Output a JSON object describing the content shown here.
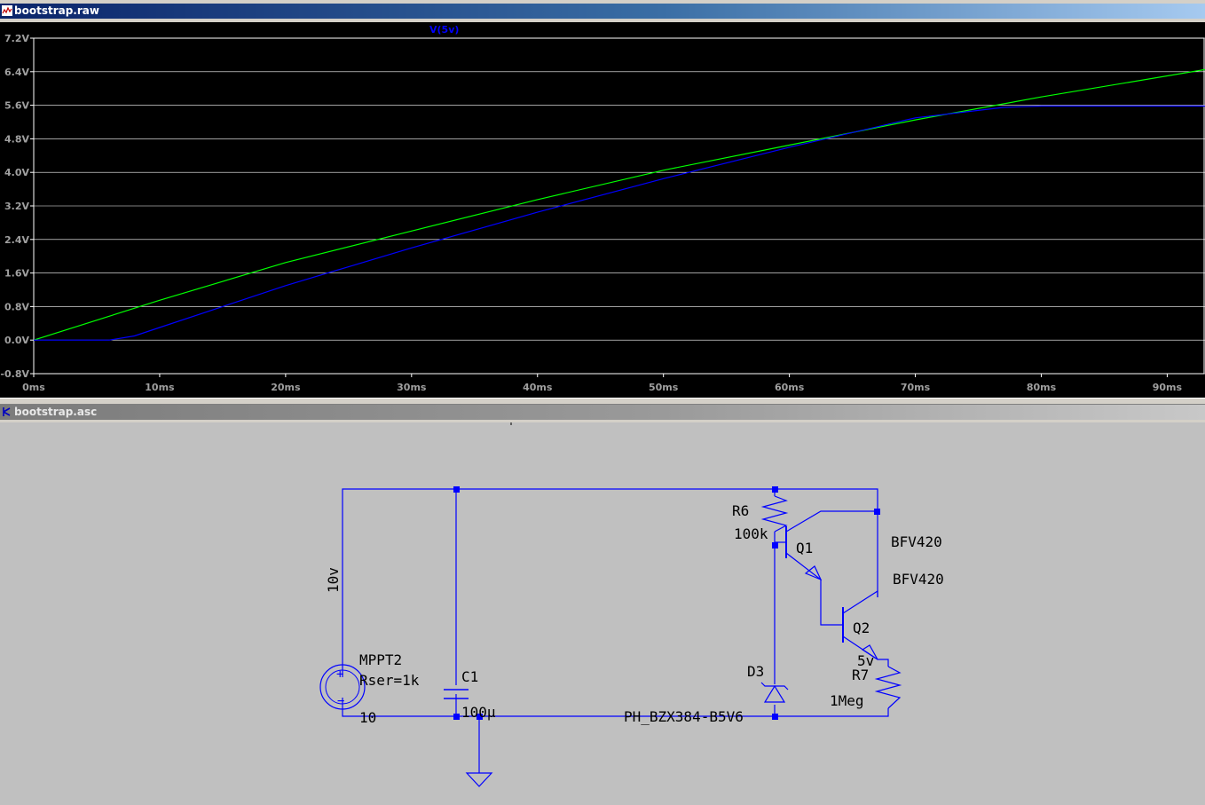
{
  "waveform_window": {
    "title": "bootstrap.raw",
    "trace_label": "V(5v)",
    "colors": {
      "background": "#000000",
      "grid": "#ffffff",
      "trace_main": "#0000ff",
      "trace_second": "#00ff00",
      "axis_text": "#a0a0a0"
    }
  },
  "schematic_window": {
    "title": "bootstrap.asc",
    "colors": {
      "background": "#c0c0c0",
      "wire": "#0000ff",
      "junction": "#0000ff",
      "text": "#000000"
    },
    "components": {
      "source": {
        "label": "10v",
        "name": "MPPT2",
        "param": "Rser=1k",
        "value": "10"
      },
      "capacitor": {
        "name": "C1",
        "value": "100µ"
      },
      "resistor_r6": {
        "name": "R6",
        "value": "100k"
      },
      "transistor_q1": {
        "name": "Q1",
        "model": "BFV420"
      },
      "transistor_q2": {
        "name": "Q2",
        "model": "BFV420"
      },
      "zener_d3": {
        "name": "D3",
        "model": "PH_BZX384-B5V6"
      },
      "resistor_r7": {
        "name": "R7",
        "value": "1Meg"
      },
      "net_label": "5v"
    }
  },
  "chart_data": {
    "type": "line",
    "title": "",
    "xlabel": "",
    "ylabel": "",
    "x_unit": "ms",
    "y_unit": "V",
    "xlim": [
      0,
      93
    ],
    "ylim": [
      -0.8,
      7.2
    ],
    "x_ticks": [
      "0ms",
      "10ms",
      "20ms",
      "30ms",
      "40ms",
      "50ms",
      "60ms",
      "70ms",
      "80ms",
      "90ms"
    ],
    "x_tick_values": [
      0,
      10,
      20,
      30,
      40,
      50,
      60,
      70,
      80,
      90
    ],
    "y_ticks": [
      "-0.8V",
      "0.0V",
      "0.8V",
      "1.6V",
      "2.4V",
      "3.2V",
      "4.0V",
      "4.8V",
      "5.6V",
      "6.4V",
      "7.2V"
    ],
    "y_tick_values": [
      -0.8,
      0,
      0.8,
      1.6,
      2.4,
      3.2,
      4.0,
      4.8,
      5.6,
      6.4,
      7.2
    ],
    "series": [
      {
        "name": "V(5v)",
        "color": "#0000ff",
        "x": [
          0,
          6,
          8,
          10,
          15,
          20,
          30,
          40,
          50,
          60,
          70,
          77,
          80,
          93
        ],
        "y": [
          0,
          0,
          0.1,
          0.3,
          0.8,
          1.3,
          2.2,
          3.05,
          3.85,
          4.6,
          5.3,
          5.55,
          5.58,
          5.58
        ]
      },
      {
        "name": "",
        "color": "#00ff00",
        "x": [
          0,
          10,
          20,
          30,
          40,
          50,
          60,
          70,
          80,
          93
        ],
        "y": [
          0,
          0.95,
          1.85,
          2.6,
          3.35,
          4.05,
          4.65,
          5.25,
          5.8,
          6.45
        ]
      }
    ]
  }
}
